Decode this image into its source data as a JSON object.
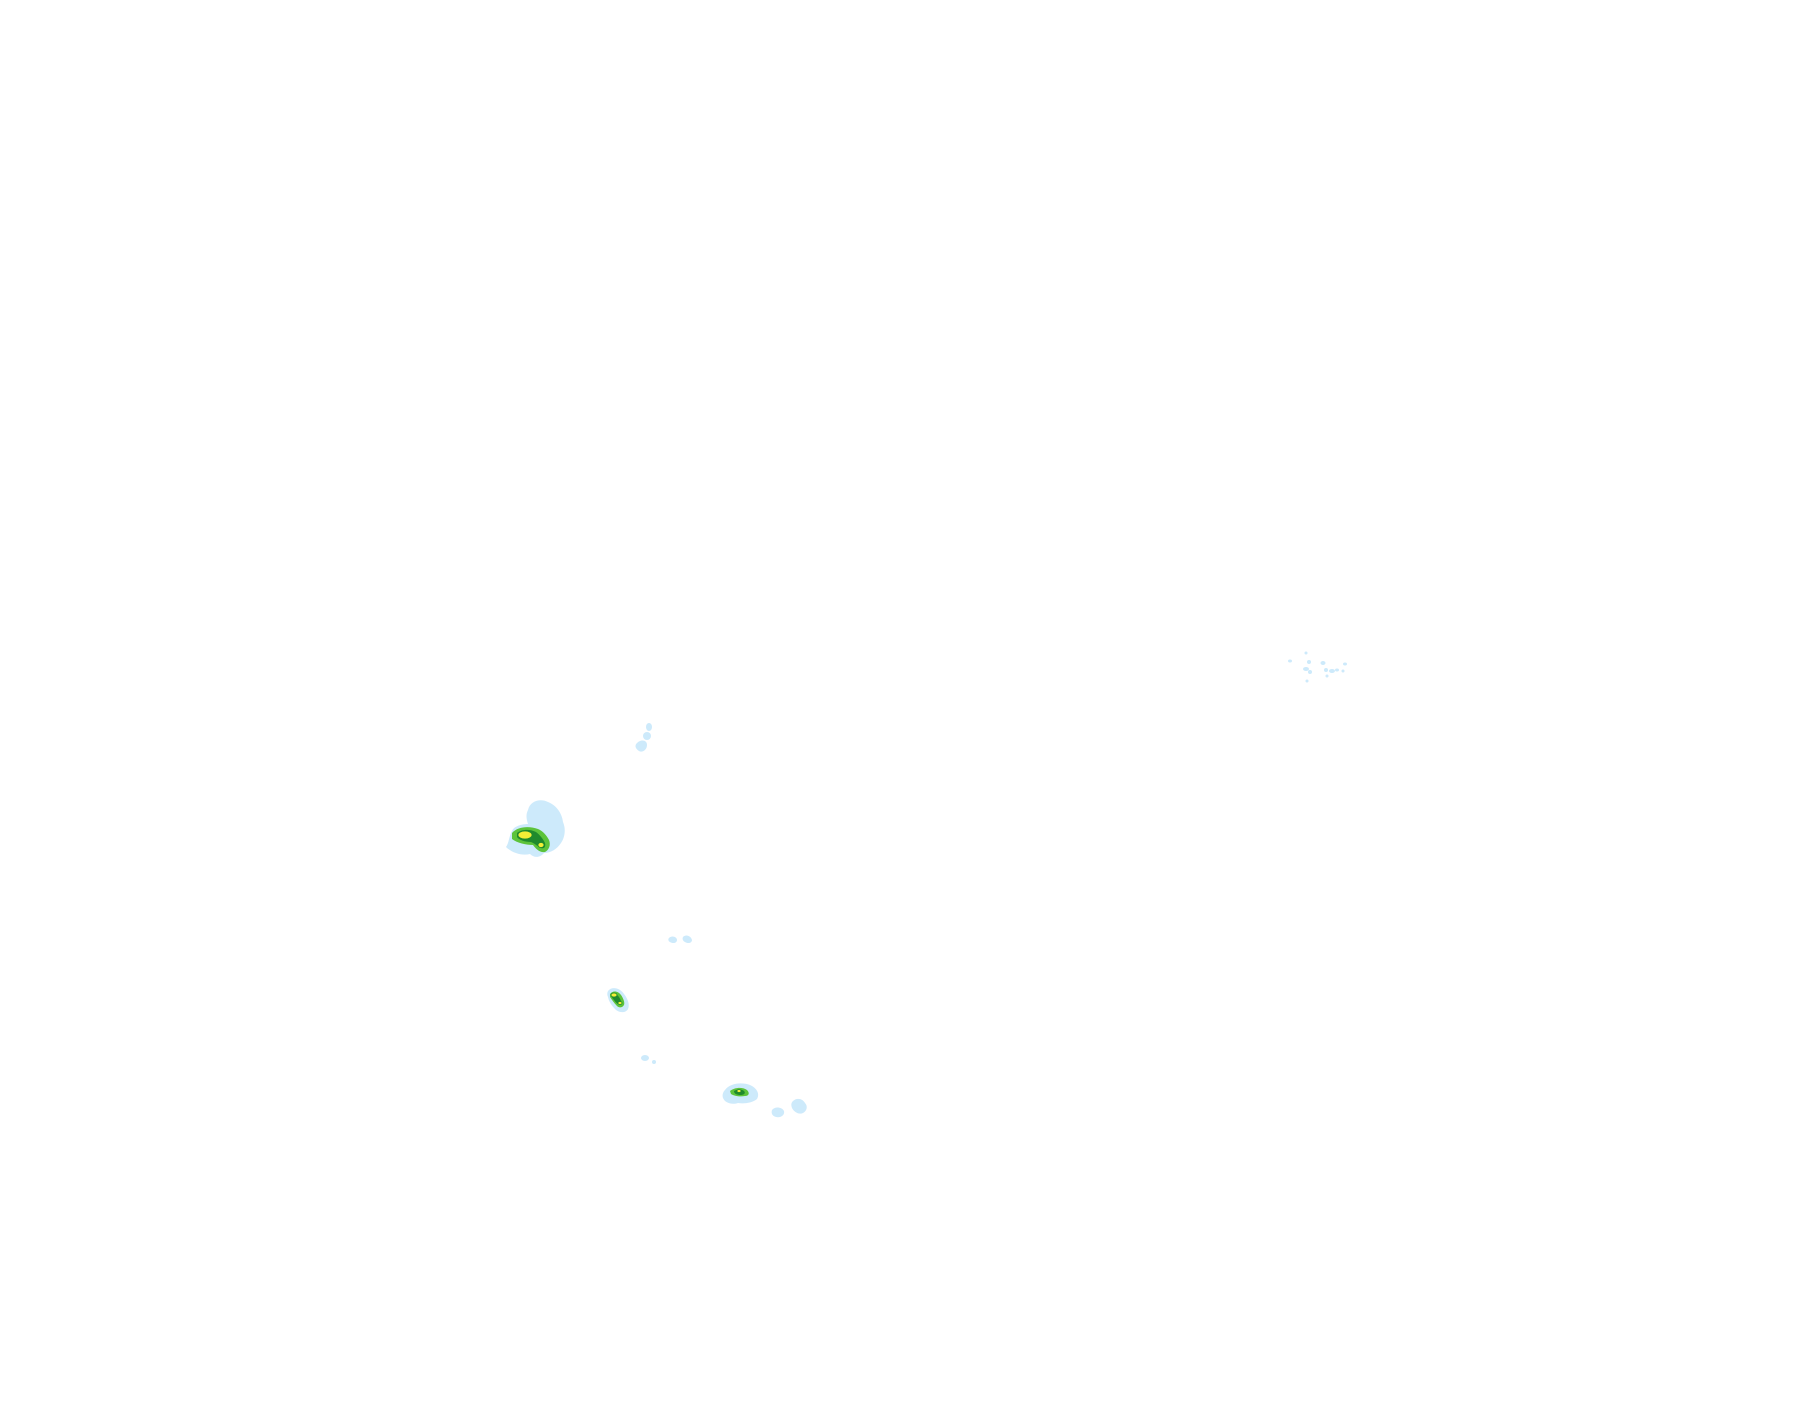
{
  "map": {
    "background": "#ffffff",
    "legend_colors": {
      "shallow": "#cdeafb",
      "low": "#5cc33a",
      "mid": "#1f8a2c",
      "high": "#f3ee36"
    },
    "features": [
      {
        "name": "main-island-west",
        "levels": [
          "shallow",
          "low",
          "mid",
          "high"
        ]
      },
      {
        "name": "middle-island",
        "levels": [
          "shallow",
          "low",
          "mid",
          "high"
        ]
      },
      {
        "name": "southern-island",
        "levels": [
          "shallow",
          "low",
          "mid",
          "high"
        ]
      },
      {
        "name": "northern-islets",
        "levels": [
          "shallow"
        ]
      },
      {
        "name": "twin-islets",
        "levels": [
          "shallow"
        ]
      },
      {
        "name": "small-islets-south",
        "levels": [
          "shallow"
        ]
      },
      {
        "name": "eastern-cluster",
        "levels": [
          "shallow"
        ]
      },
      {
        "name": "southeast-islets",
        "levels": [
          "shallow"
        ]
      }
    ]
  }
}
